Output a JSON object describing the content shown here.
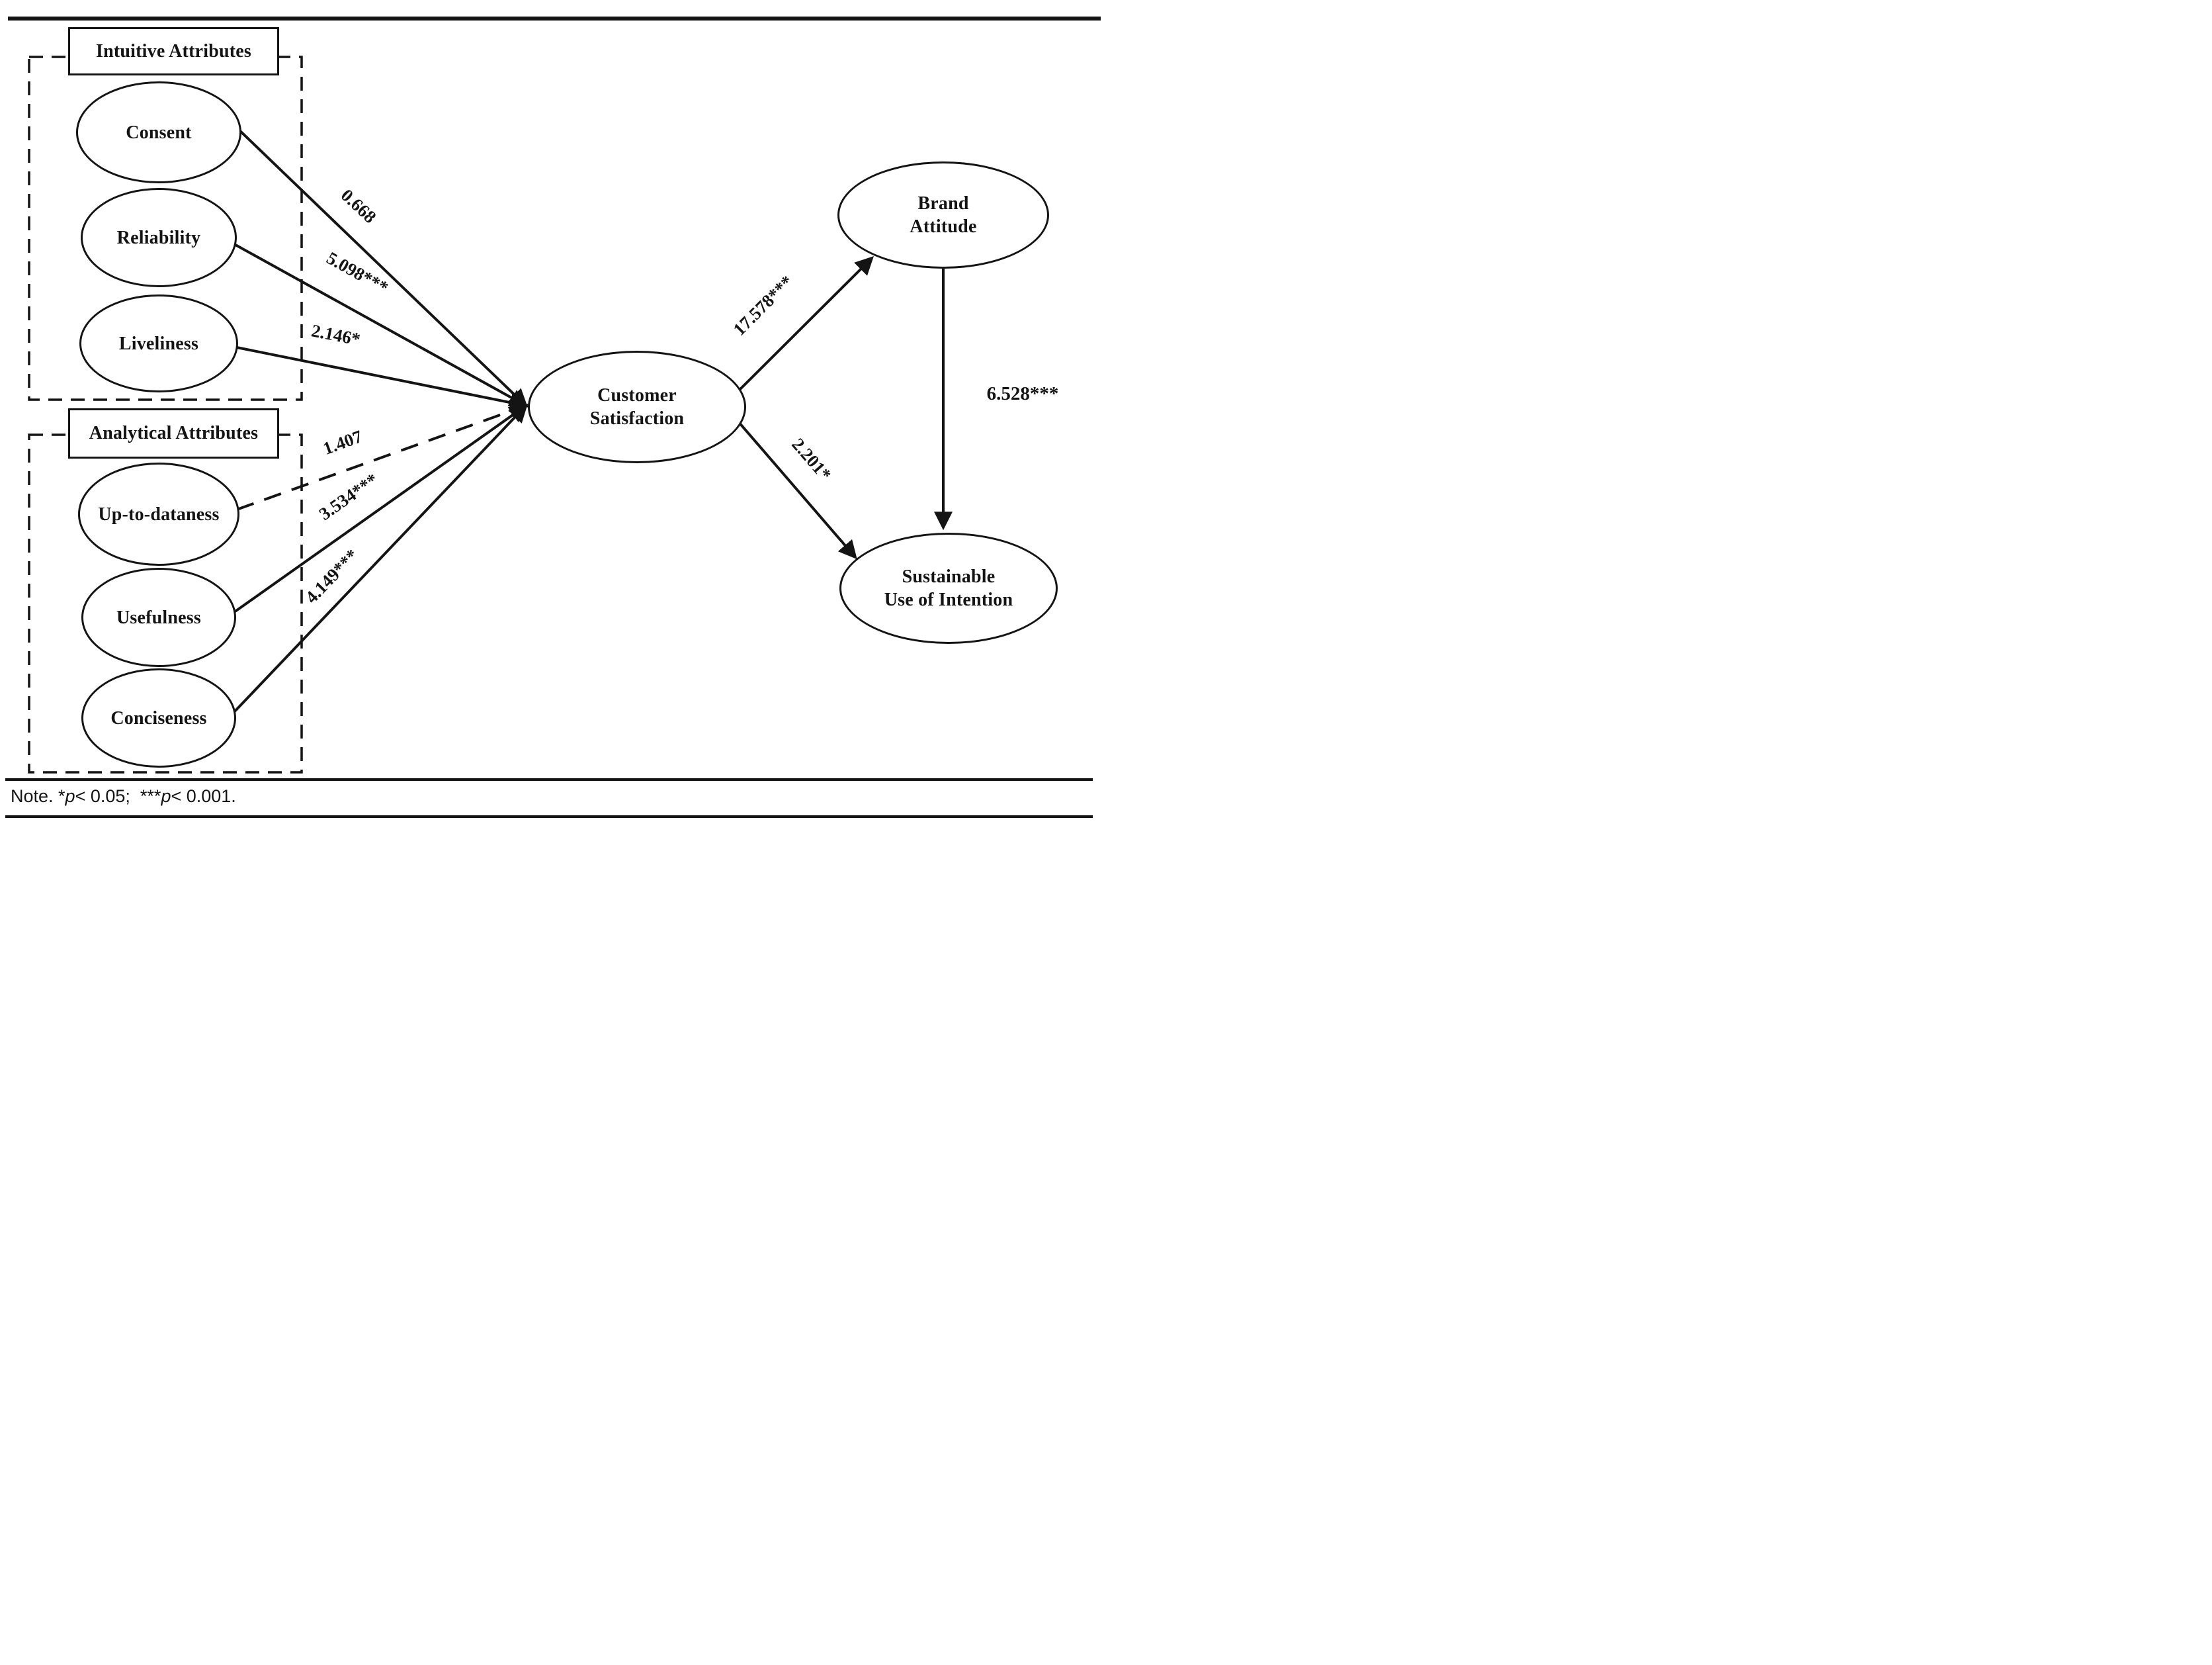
{
  "figure": {
    "groups": [
      {
        "label": "Intuitive Attributes"
      },
      {
        "label": "Analytical Attributes"
      }
    ],
    "nodes": {
      "consent": {
        "label": "Consent"
      },
      "reliability": {
        "label": "Reliability"
      },
      "liveliness": {
        "label": "Liveliness"
      },
      "up_to_dataness": {
        "label": "Up-to-dataness"
      },
      "usefulness": {
        "label": "Usefulness"
      },
      "conciseness": {
        "label": "Conciseness"
      },
      "customer_satisfaction": {
        "label": "Customer\nSatisfaction"
      },
      "brand_attitude": {
        "label": "Brand\nAttitude"
      },
      "sustainable_use": {
        "label": "Sustainable\nUse of Intention"
      }
    },
    "edges": [
      {
        "from": "Consent",
        "to": "Customer Satisfaction",
        "coef": "0.668",
        "line": "solid"
      },
      {
        "from": "Reliability",
        "to": "Customer Satisfaction",
        "coef": "5.098***",
        "line": "solid"
      },
      {
        "from": "Liveliness",
        "to": "Customer Satisfaction",
        "coef": "2.146*",
        "line": "solid"
      },
      {
        "from": "Up-to-dataness",
        "to": "Customer Satisfaction",
        "coef": "1.407",
        "line": "dashed"
      },
      {
        "from": "Usefulness",
        "to": "Customer Satisfaction",
        "coef": "3.534***",
        "line": "solid"
      },
      {
        "from": "Conciseness",
        "to": "Customer Satisfaction",
        "coef": "4.149***",
        "line": "solid"
      },
      {
        "from": "Customer Satisfaction",
        "to": "Brand Attitude",
        "coef": "17.578***",
        "line": "solid"
      },
      {
        "from": "Customer Satisfaction",
        "to": "Sustainable Use of Intention",
        "coef": "2.201*",
        "line": "solid"
      },
      {
        "from": "Brand Attitude",
        "to": "Sustainable Use of Intention",
        "coef": "6.528***",
        "line": "solid"
      }
    ]
  },
  "note": {
    "lead": "Note. *",
    "p1": "p",
    "seg1": "< 0.05;  ***",
    "p2": "p",
    "seg2": "< 0.001."
  },
  "colors": {
    "ink": "#141414",
    "background": "#ffffff"
  }
}
